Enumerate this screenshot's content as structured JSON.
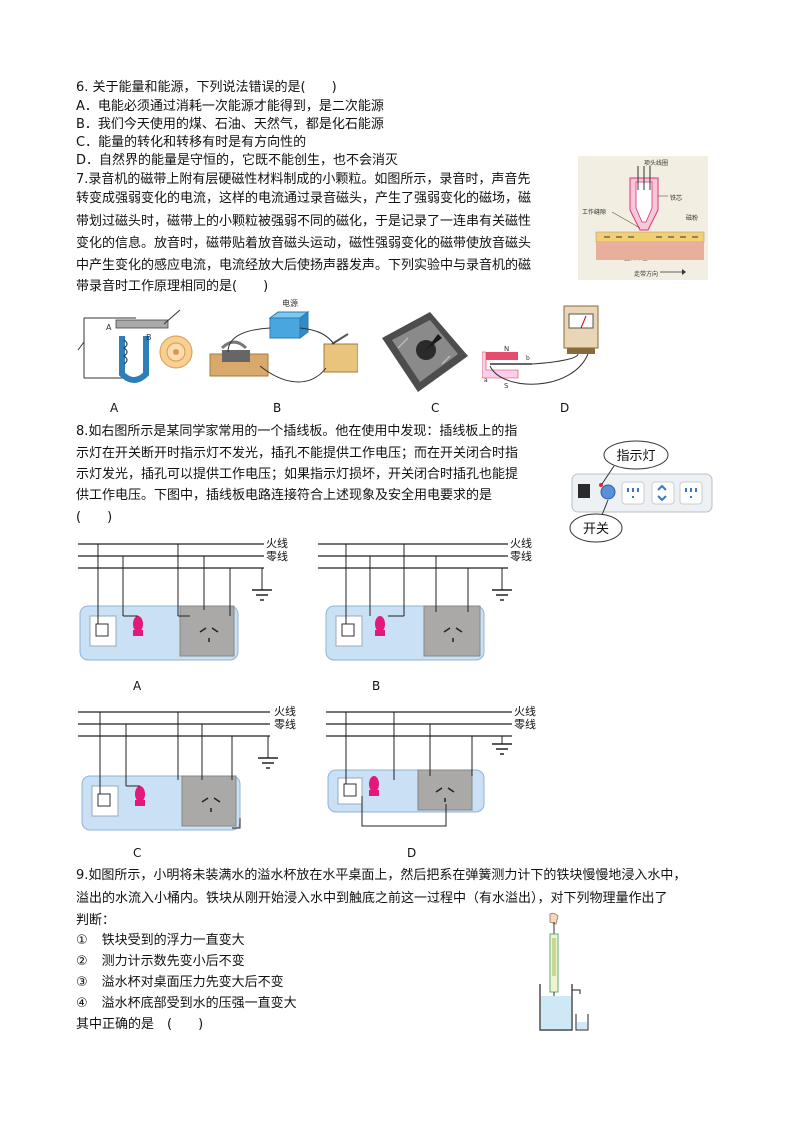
{
  "q6": {
    "stem": "6. 关于能量和能源，下列说法错误的是(　　)",
    "options": [
      "A．电能必须通过消耗一次能源才能得到，是二次能源",
      "B．我们今天使用的煤、石油、天然气，都是化石能源",
      "C．能量的转化和转移有时是有方向性的",
      "D．自然界的能量是守恒的，它既不能创生，也不会消灭"
    ]
  },
  "q7": {
    "lines": [
      "7.录音机的磁带上附有层硬磁性材料制成的小颗粒。如图所示，录音时，声音先",
      "转变成强弱变化的电流，这样的电流通过录音磁头，产生了强弱变化的磁场，磁",
      "带划过磁头时，磁带上的小颗粒被强弱不同的磁化，于是记录了一连串有关磁性",
      "变化的信息。放音时，磁带贴着放音磁头运动，磁性强弱变化的磁带使放音磁头",
      "中产生变化的感应电流，电流经放大后使扬声器发声。下列实验中与录音机的磁",
      "带录音时工作原理相同的是(　　)"
    ],
    "figure_labels": {
      "coil": "项头线圈",
      "core": "铁芯",
      "gap": "工作缝隙",
      "particles": "磁粉",
      "base": "塑料带基",
      "direction": "走带方向"
    },
    "option_letters": [
      "A",
      "B",
      "C",
      "D"
    ],
    "power_label": "电源"
  },
  "q8": {
    "lines": [
      "8.如右图所示是某同学家常用的一个插线板。他在使用中发现：插线板上的指",
      "示灯在开关断开时指示灯不发光，插孔不能提供工作电压；而在开关闭合时指",
      "示灯发光，插孔可以提供工作电压；如果指示灯损坏，开关闭合时插孔也能提",
      "供工作电压。下图中，插线板电路连接符合上述现象及安全用电要求的是",
      "(　　)"
    ],
    "indicator_label": "指示灯",
    "switch_label": "开关",
    "live_label": "火线",
    "neutral_label": "零线",
    "diagram_letters": [
      "A",
      "B",
      "C",
      "D"
    ]
  },
  "q9": {
    "lines": [
      "9.如图所示，小明将未装满水的溢水杯放在水平桌面上，然后把系在弹簧测力计下的铁块慢慢地浸入水中，",
      "溢出的水流入小桶内。铁块从刚开始浸入水中到触底之前这一过程中（有水溢出），对下列物理量作出了",
      "判断："
    ],
    "items": [
      {
        "num": "①",
        "text": "铁块受到的浮力一直变大"
      },
      {
        "num": "②",
        "text": "测力计示数先变小后不变"
      },
      {
        "num": "③",
        "text": "溢水杯对桌面压力先变大后不变"
      },
      {
        "num": "④",
        "text": "溢水杯底部受到水的压强一直变大"
      }
    ],
    "footer": "其中正确的是　(　　)"
  }
}
